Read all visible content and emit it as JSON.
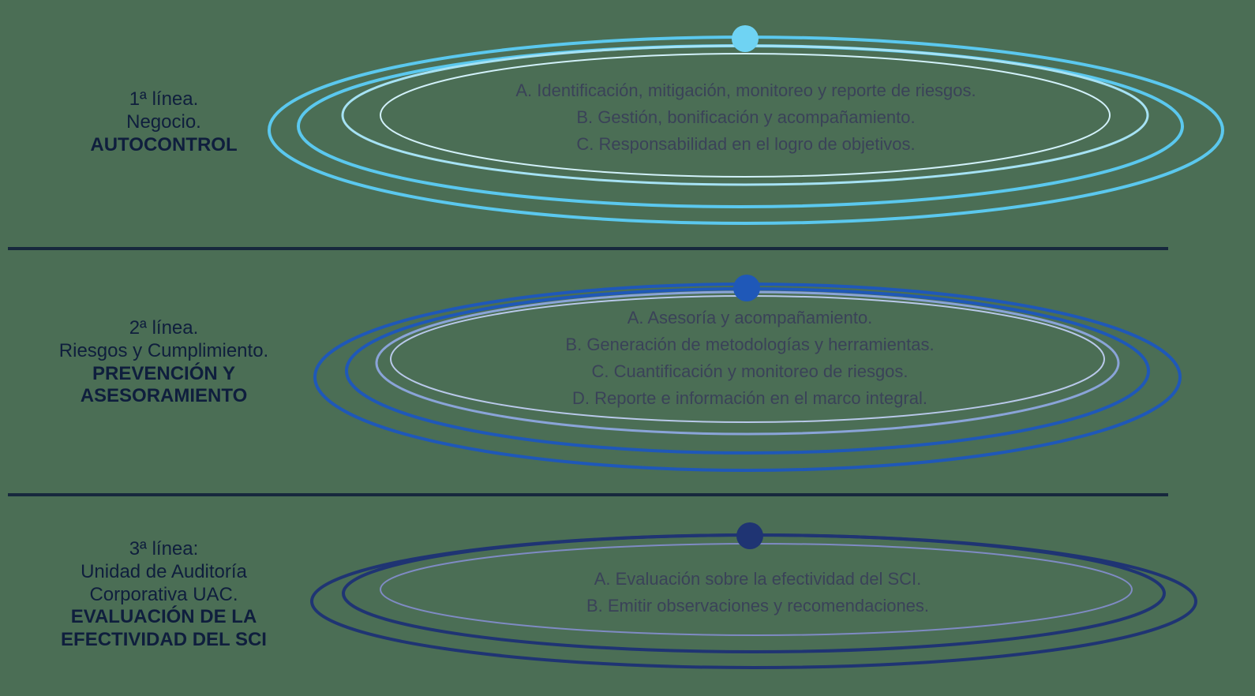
{
  "lines": [
    {
      "title": "1ª línea.",
      "subtitle": "Negocio.",
      "strong": "AUTOCONTROL",
      "color": "#5bc8ee",
      "items": [
        "A. Identificación, mitigación, monitoreo y reporte de riesgos.",
        "B. Gestión, bonificación y acompañamiento.",
        "C. Responsabilidad en el logro de objetivos."
      ]
    },
    {
      "title": "2ª línea.",
      "subtitle": "Riesgos y Cumplimiento.",
      "strong": "PREVENCIÓN Y ASESORAMIENTO",
      "color": "#1f58b8",
      "items": [
        "A. Asesoría y acompañamiento.",
        "B. Generación de metodologías y herramientas.",
        "C. Cuantificación y monitoreo de riesgos.",
        "D. Reporte e información en el marco integral."
      ]
    },
    {
      "title": "3ª línea:",
      "subtitle": "Unidad de Auditoría Corporativa UAC.",
      "strong": "EVALUACIÓN DE LA EFECTIVIDAD DEL SCI",
      "color": "#1f3473",
      "items": [
        "A. Evaluación sobre la efectividad del SCI.",
        "B. Emitir observaciones y recomendaciones."
      ]
    }
  ]
}
